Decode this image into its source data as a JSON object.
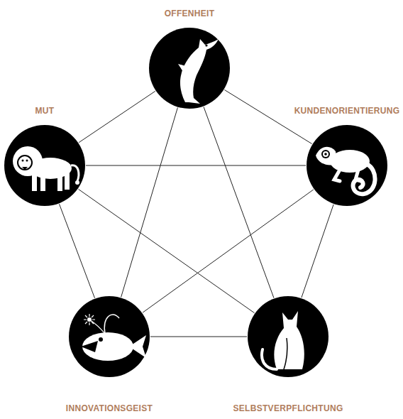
{
  "diagram": {
    "nodes": [
      {
        "text": [
          "OFFENHEIT"
        ]
      },
      {
        "text": [
          "MUT"
        ]
      },
      {
        "text": [
          "KUNDENORIENTIERUNG"
        ]
      },
      {
        "text": [
          "INNOVATIONSGEIST"
        ]
      },
      {
        "text": [
          "SELBSTVERPFLICHTUNG"
        ]
      }
    ],
    "edges": [
      {
        "from": 0,
        "to": 1,
        "arrow": "none"
      },
      {
        "from": 0,
        "to": 2,
        "arrow": "none"
      },
      {
        "from": 0,
        "to": 3,
        "arrow": "none"
      },
      {
        "from": 0,
        "to": 4,
        "arrow": "none"
      },
      {
        "from": 1,
        "to": 2,
        "arrow": "none"
      },
      {
        "from": 1,
        "to": 3,
        "arrow": "none"
      },
      {
        "from": 1,
        "to": 4,
        "arrow": "none"
      },
      {
        "from": 2,
        "to": 3,
        "arrow": "none"
      },
      {
        "from": 2,
        "to": 4,
        "arrow": "none"
      },
      {
        "from": 3,
        "to": 4,
        "arrow": "none"
      }
    ]
  }
}
